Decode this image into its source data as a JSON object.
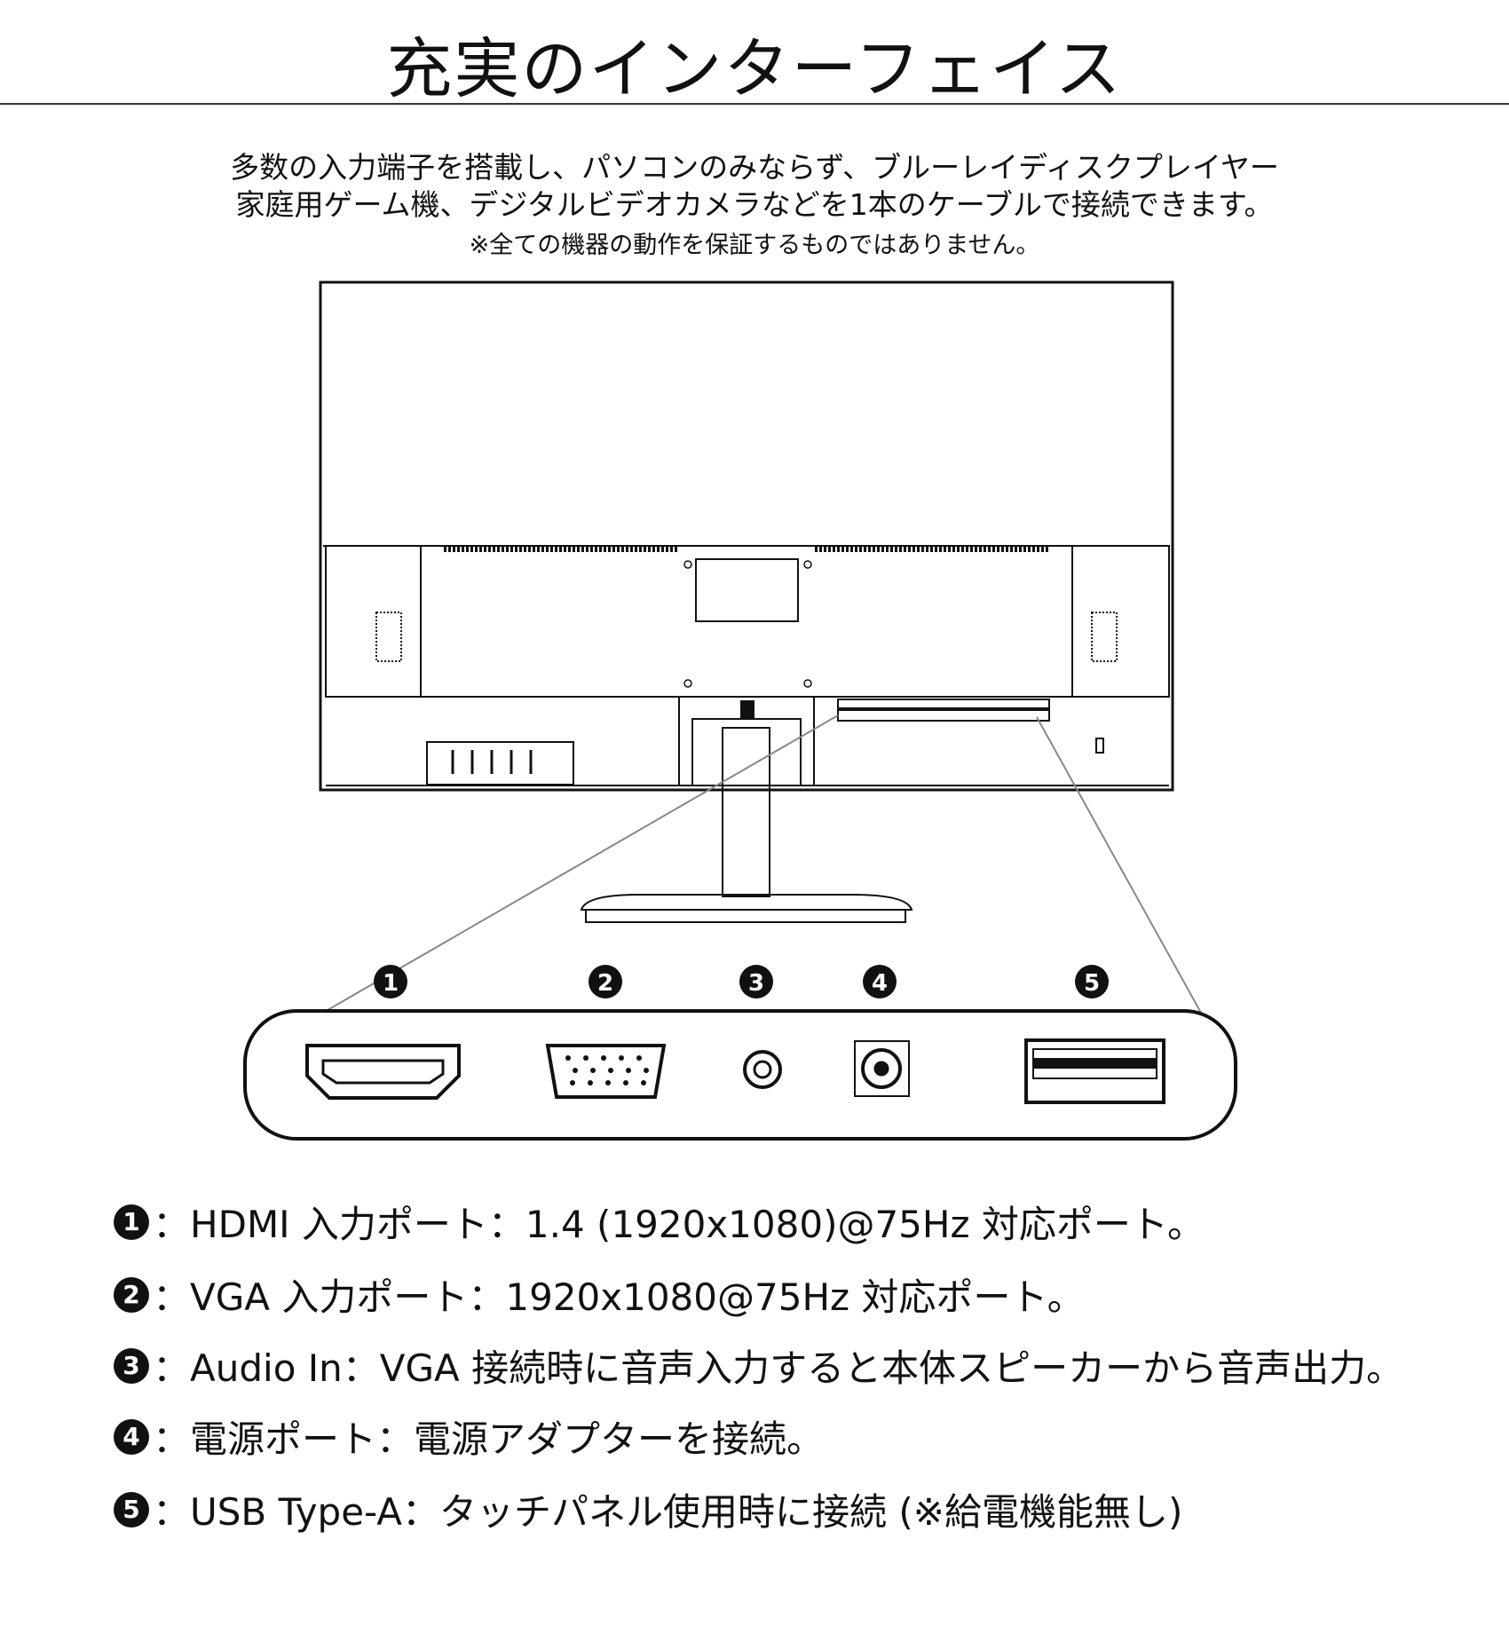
{
  "title": "充実のインターフェイス",
  "description": [
    "多数の入力端子を搭載し、パソコンのみならず、ブルーレイディスクプレイヤー",
    "家庭用ゲーム機、デジタルビデオカメラなどを1本のケーブルで接続できます。"
  ],
  "note": "※全ての機器の動作を保証するものではありません。",
  "callouts": [
    "1",
    "2",
    "3",
    "4",
    "5"
  ],
  "ports": [
    "hdmi-port",
    "vga-port",
    "audio-in-jack",
    "dc-power-port",
    "usb-type-a-port"
  ],
  "specs": [
    {
      "num": "1",
      "sep": "：",
      "text": "HDMI 入力ポート：1.4 (1920x1080)@75Hz 対応ポート。"
    },
    {
      "num": "2",
      "sep": "：",
      "text": "VGA 入力ポート：1920x1080@75Hz 対応ポート。"
    },
    {
      "num": "3",
      "sep": "：",
      "text": "Audio In：VGA 接続時に音声入力すると本体スピーカーから音声出力。"
    },
    {
      "num": "4",
      "sep": "：",
      "text": "電源ポート：電源アダプターを接続。"
    },
    {
      "num": "5",
      "sep": "：",
      "text": "USB Type-A：タッチパネル使用時に接続 (※給電機能無し)"
    }
  ]
}
